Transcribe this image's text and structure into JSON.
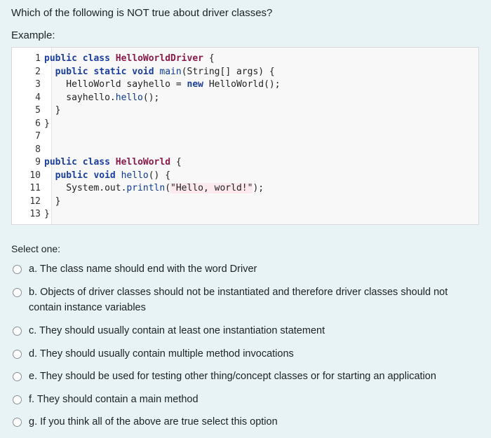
{
  "question": "Which of the following is NOT true about driver classes?",
  "example_label": "Example:",
  "code_lines": [
    {
      "n": "1",
      "tokens": [
        [
          "kw",
          "public "
        ],
        [
          "kw",
          "class "
        ],
        [
          "cls",
          "HelloWorldDriver"
        ],
        [
          "plain",
          " {"
        ]
      ]
    },
    {
      "n": "2",
      "tokens": [
        [
          "plain",
          "  "
        ],
        [
          "kw",
          "public "
        ],
        [
          "kw",
          "static "
        ],
        [
          "kw",
          "void "
        ],
        [
          "fn",
          "main"
        ],
        [
          "plain",
          "(String[] args) {"
        ]
      ]
    },
    {
      "n": "3",
      "tokens": [
        [
          "plain",
          "    HelloWorld sayhello = "
        ],
        [
          "kw",
          "new "
        ],
        [
          "plain",
          "HelloWorld();"
        ]
      ]
    },
    {
      "n": "4",
      "tokens": [
        [
          "plain",
          "    sayhello."
        ],
        [
          "fn",
          "hello"
        ],
        [
          "plain",
          "();"
        ]
      ]
    },
    {
      "n": "5",
      "tokens": [
        [
          "plain",
          "  }"
        ]
      ]
    },
    {
      "n": "6",
      "tokens": [
        [
          "plain",
          "}"
        ]
      ]
    },
    {
      "n": "7",
      "tokens": []
    },
    {
      "n": "8",
      "tokens": []
    },
    {
      "n": "9",
      "tokens": [
        [
          "kw",
          "public "
        ],
        [
          "kw",
          "class "
        ],
        [
          "cls",
          "HelloWorld"
        ],
        [
          "plain",
          " {"
        ]
      ]
    },
    {
      "n": "10",
      "tokens": [
        [
          "plain",
          "  "
        ],
        [
          "kw",
          "public "
        ],
        [
          "kw",
          "void "
        ],
        [
          "fn",
          "hello"
        ],
        [
          "plain",
          "() {"
        ]
      ]
    },
    {
      "n": "11",
      "tokens": [
        [
          "plain",
          "    System.out."
        ],
        [
          "fn",
          "println"
        ],
        [
          "plain",
          "("
        ],
        [
          "str",
          "\"Hello, world!\""
        ],
        [
          "plain",
          ");"
        ]
      ]
    },
    {
      "n": "12",
      "tokens": [
        [
          "plain",
          "  }"
        ]
      ]
    },
    {
      "n": "13",
      "tokens": [
        [
          "plain",
          "}"
        ]
      ]
    }
  ],
  "select_one": "Select one:",
  "options": [
    {
      "text": "a. The class name should end with the word Driver"
    },
    {
      "text": "b. Objects of driver classes should not be instantiated and therefore driver classes should not contain instance variables"
    },
    {
      "text": "c. They should usually contain at least one instantiation statement"
    },
    {
      "text": "d. They should usually contain multiple method invocations"
    },
    {
      "text": "e. They should be used for testing other thing/concept classes or for starting an application"
    },
    {
      "text": "f. They should contain a main method"
    },
    {
      "text": "g. If you think all of the above are true select this option"
    }
  ]
}
